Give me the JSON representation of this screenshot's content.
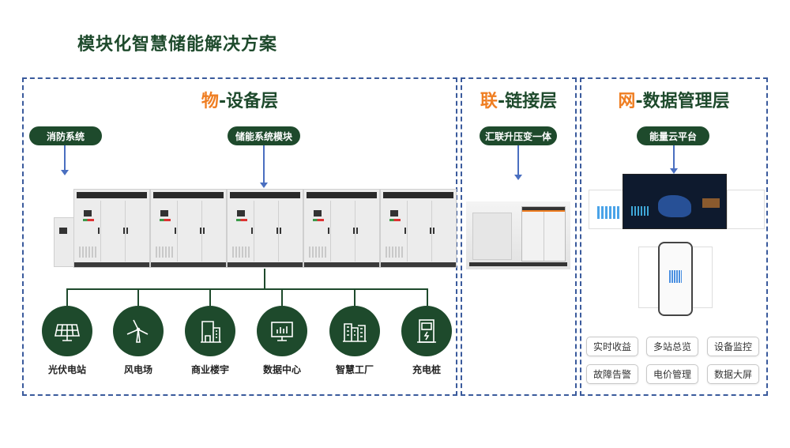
{
  "title": "模块化智慧储能解决方案",
  "panels": {
    "device": {
      "accent": "物",
      "rest": "-设备层",
      "callouts": [
        "消防系统",
        "储能系统模块"
      ],
      "applications": [
        {
          "label": "光伏电站",
          "icon": "solar-panel-icon"
        },
        {
          "label": "风电场",
          "icon": "wind-turbine-icon"
        },
        {
          "label": "商业楼宇",
          "icon": "commercial-building-icon"
        },
        {
          "label": "数据中心",
          "icon": "data-center-monitor-icon"
        },
        {
          "label": "智慧工厂",
          "icon": "factory-icon"
        },
        {
          "label": "充电桩",
          "icon": "charging-pile-icon"
        }
      ]
    },
    "link": {
      "accent": "联",
      "rest": "-链接层",
      "callout": "汇联升压变一体"
    },
    "data": {
      "accent": "网",
      "rest": "-数据管理层",
      "callout": "能量云平台",
      "functions": [
        "实时收益",
        "多站总览",
        "设备监控",
        "故障告警",
        "电价管理",
        "数据大屏"
      ]
    }
  },
  "colors": {
    "primary": "#1e4a2c",
    "accent": "#ef7e22",
    "border": "#3a5a9c",
    "arrow": "#4a6fc0"
  }
}
